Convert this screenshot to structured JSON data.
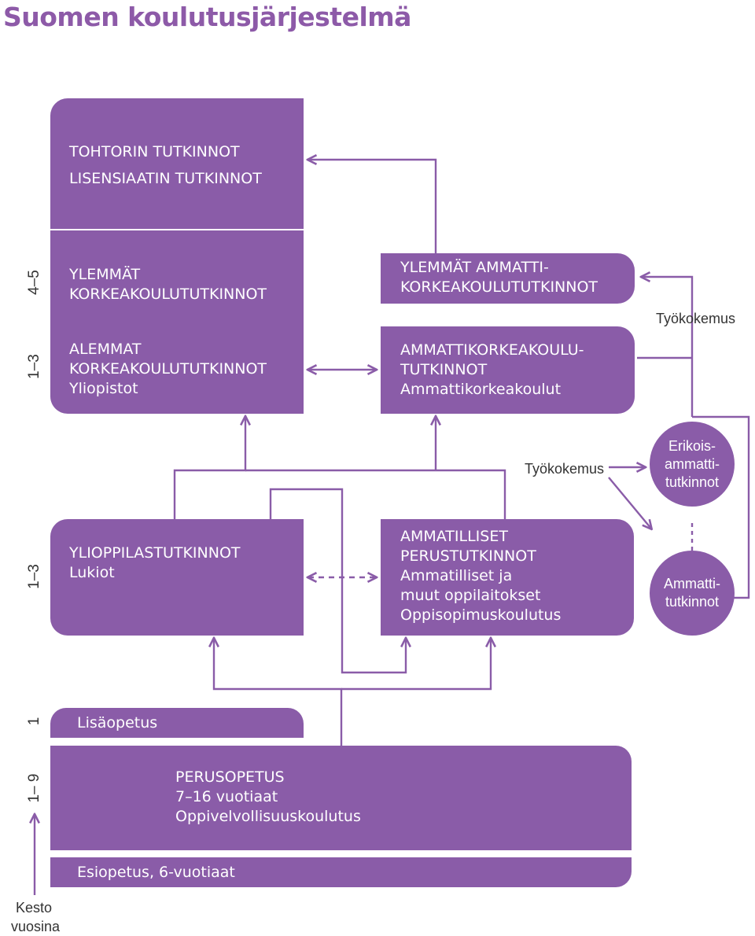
{
  "title": "Suomen koulutusjärjestelmä",
  "colors": {
    "box": "#8a5ca8",
    "arrow": "#8a5ca8",
    "title": "#8d5aa8"
  },
  "boxes": {
    "tohtori": [
      "TOHTORIN TUTKINNOT",
      "LISENSIAATIN TUTKINNOT"
    ],
    "ylemmat": [
      "YLEMMÄT",
      "KORKEAKOULUTUTKINNOT"
    ],
    "alemmat": [
      "ALEMMAT",
      "KORKEAKOULUTUTKINNOT",
      "Yliopistot"
    ],
    "ylemmat_amk": [
      "YLEMMÄT AMMATTI-",
      "KORKEAKOULUTUTKINNOT"
    ],
    "amk": [
      "AMMATTIKORKEAKOULU-",
      "TUTKINNOT",
      "Ammattikorkeakoulut"
    ],
    "lukio": [
      "YLIOPPILASTUTKINNOT",
      "Lukiot"
    ],
    "ammatilliset": [
      "AMMATILLISET",
      "PERUSTUTKINNOT",
      "Ammatilliset ja",
      "muut oppilaitokset",
      "Oppisopimuskoulutus"
    ],
    "lisaopetus": "Lisäopetus",
    "perusopetus": [
      "PERUSOPETUS",
      "7–16 vuotiaat",
      "Oppivelvollisuuskoulutus"
    ],
    "esiopetus": "Esiopetus, 6-vuotiaat"
  },
  "circles": {
    "erikois": [
      "Erikois-",
      "ammatti-",
      "tutkinnot"
    ],
    "ammatti": [
      "Ammatti-",
      "tutkinnot"
    ]
  },
  "labels": {
    "tyokokemus_top": "Työkokemus",
    "tyokokemus_mid": "Työkokemus",
    "kesto": [
      "Kesto",
      "vuosina"
    ]
  },
  "durations": {
    "yl": "4–5",
    "al": "1–3",
    "lukio": "1–3",
    "lisa": "1",
    "perus": "1– 9"
  }
}
